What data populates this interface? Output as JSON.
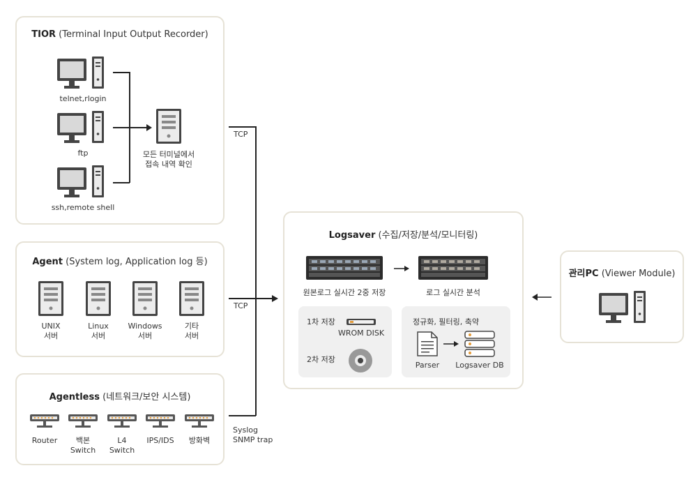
{
  "tior": {
    "title_bold": "TIOR",
    "title_rest": " (Terminal  Input Output Recorder)",
    "clients": [
      "telnet,rlogin",
      "ftp",
      "ssh,remote shell"
    ],
    "server_caption_1": "모든 터미널에서",
    "server_caption_2": "접속 내역 확인"
  },
  "agent": {
    "title_bold": "Agent",
    "title_rest": " (System log, Application log 등)",
    "servers": [
      {
        "line1": "UNIX",
        "line2": "서버"
      },
      {
        "line1": "Linux",
        "line2": "서버"
      },
      {
        "line1": "Windows",
        "line2": "서버"
      },
      {
        "line1": "기타",
        "line2": "서버"
      }
    ]
  },
  "agentless": {
    "title_bold": "Agentless",
    "title_rest": " (네트워크/보안 시스템)",
    "devices": [
      {
        "line1": "Router",
        "line2": ""
      },
      {
        "line1": "백본",
        "line2": "Switch"
      },
      {
        "line1": "L4",
        "line2": "Switch"
      },
      {
        "line1": "IPS/IDS",
        "line2": ""
      },
      {
        "line1": "방화벽",
        "line2": ""
      }
    ]
  },
  "connectors": {
    "tcp_1": "TCP",
    "tcp_2": "TCP",
    "syslog_1": "Syslog",
    "syslog_2": "SNMP trap"
  },
  "logsaver": {
    "title_bold": "Logsaver",
    "title_rest": " (수집/저장/분석/모니터링)",
    "rack1_caption": "원본로그 실시간 2중 저장",
    "rack2_caption": "로그 실시간 분석",
    "storage": {
      "first_label": "1차 저장",
      "first_device": "WROM DISK",
      "second_label": "2차 저장"
    },
    "analysis": {
      "title": "정규화, 필터링, 축약",
      "parser": "Parser",
      "db": "Logsaver DB"
    }
  },
  "admin": {
    "title_bold": "관리PC",
    "title_rest": " (Viewer Module)"
  }
}
